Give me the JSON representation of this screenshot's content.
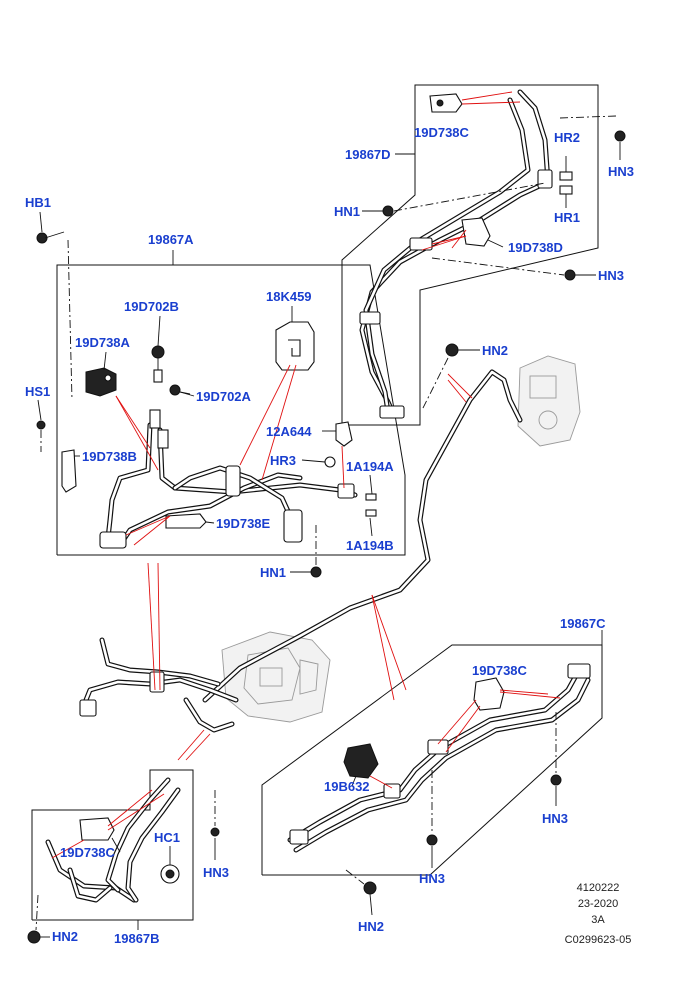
{
  "labels": {
    "hb1": "HB1",
    "a19867": "19867A",
    "d702b": "19D702B",
    "k459": "18K459",
    "d738a": "19D738A",
    "d702a": "19D702A",
    "hs1": "HS1",
    "a644": "12A644",
    "d738b": "19D738B",
    "hr3": "HR3",
    "a194a": "1A194A",
    "d738e": "19D738E",
    "a194b": "1A194B",
    "hn1_low": "HN1",
    "d738c_top": "19D738C",
    "d19867": "19867D",
    "hr2": "HR2",
    "hn3_top": "HN3",
    "hn1_top": "HN1",
    "hr1": "HR1",
    "d738d": "19D738D",
    "hn3_mid": "HN3",
    "hn2_mid": "HN2",
    "c19867": "19867C",
    "d738c_right": "19D738C",
    "b632": "19B632",
    "hn3_right": "HN3",
    "hn3_bottom_c": "HN3",
    "hn2_bottom": "HN2",
    "d738c_left": "19D738C",
    "hc1": "HC1",
    "hn3_left": "HN3",
    "hn2_left": "HN2",
    "b19867": "19867B"
  },
  "reference": {
    "line1": "4120222",
    "line2": "23-2020",
    "line3": "3A",
    "line4": "C0299623-05"
  },
  "colors": {
    "label": "#1a3fcf",
    "leader_red": "#e01010",
    "line": "#111111"
  }
}
